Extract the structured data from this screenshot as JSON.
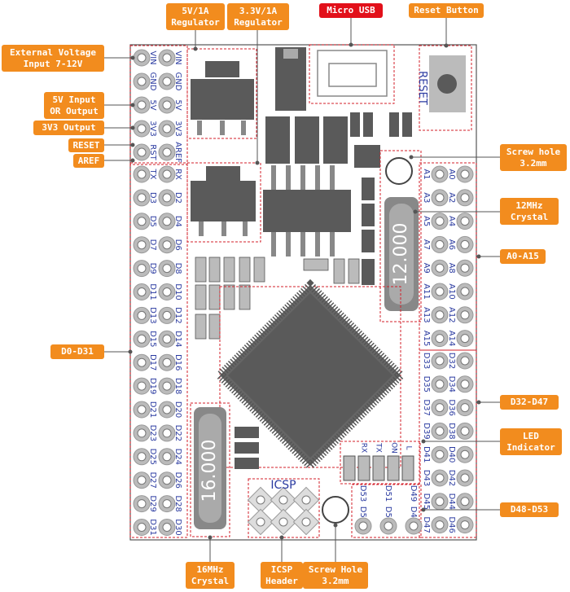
{
  "callouts": {
    "ext_voltage": "External Voltage\nInput 7-12V",
    "reg5v": "5V/1A\nRegulator",
    "reg33": "3.3V/1A\nRegulator",
    "micro_usb": "Micro USB",
    "reset_button": "Reset Button",
    "in5v": "5V Input\nOR Output",
    "out33": "3V3 Output",
    "reset": "RESET",
    "aref": "AREF",
    "screw1": "Screw hole\n3.2mm",
    "crystal12": "12MHz\nCrystal",
    "a0a15": "A0-A15",
    "d0d31": "D0-D31",
    "d32d47": "D32-D47",
    "led": "LED\nIndicator",
    "d48d53": "D48-D53",
    "crystal16": "16MHz\nCrystal",
    "icsp_header": "ICSP\nHeader",
    "screw2": "Screw Hole\n3.2mm"
  },
  "board": {
    "reset_label": "RESET",
    "icsp_label": "ICSP",
    "crystal12_label": "12.000",
    "crystal16_label": "16.000",
    "power_left": [
      "VIN",
      "GND",
      "5V",
      "3V3",
      "RST"
    ],
    "power_right": [
      "VIN",
      "GND",
      "5V",
      "3V3",
      "AREF"
    ],
    "digital_left": [
      "TX",
      "D3",
      "D5",
      "D7",
      "D9",
      "D11",
      "D13",
      "D15",
      "D17",
      "D19",
      "D21",
      "D23",
      "D25",
      "D27",
      "D29",
      "D31"
    ],
    "digital_right": [
      "RX",
      "D2",
      "D4",
      "D6",
      "D8",
      "D10",
      "D12",
      "D14",
      "D16",
      "D18",
      "D20",
      "D22",
      "D24",
      "D26",
      "D28",
      "D30"
    ],
    "analog_inner": [
      "A1",
      "A3",
      "A5",
      "A7",
      "A9",
      "A11",
      "A13",
      "A15"
    ],
    "analog_outer": [
      "A0",
      "A2",
      "A4",
      "A6",
      "A8",
      "A10",
      "A12",
      "A14"
    ],
    "d32_inner": [
      "D33",
      "D35",
      "D37",
      "D39",
      "D41",
      "D43",
      "D45",
      "D47"
    ],
    "d32_outer": [
      "D32",
      "D34",
      "D36",
      "D38",
      "D40",
      "D42",
      "D44",
      "D46"
    ],
    "led_labels": [
      "RX",
      "TX",
      "ON",
      "L"
    ],
    "d48_top": [
      "D53",
      "D51",
      "D49"
    ],
    "d48_bottom": [
      "D52",
      "D50",
      "D48"
    ]
  },
  "colors": {
    "callout": "#f28c1e",
    "callout_alert": "#e2101a",
    "outline_red": "#d31f2a",
    "label_blue": "#2a3aa0",
    "chip": "#5a5a5a"
  }
}
